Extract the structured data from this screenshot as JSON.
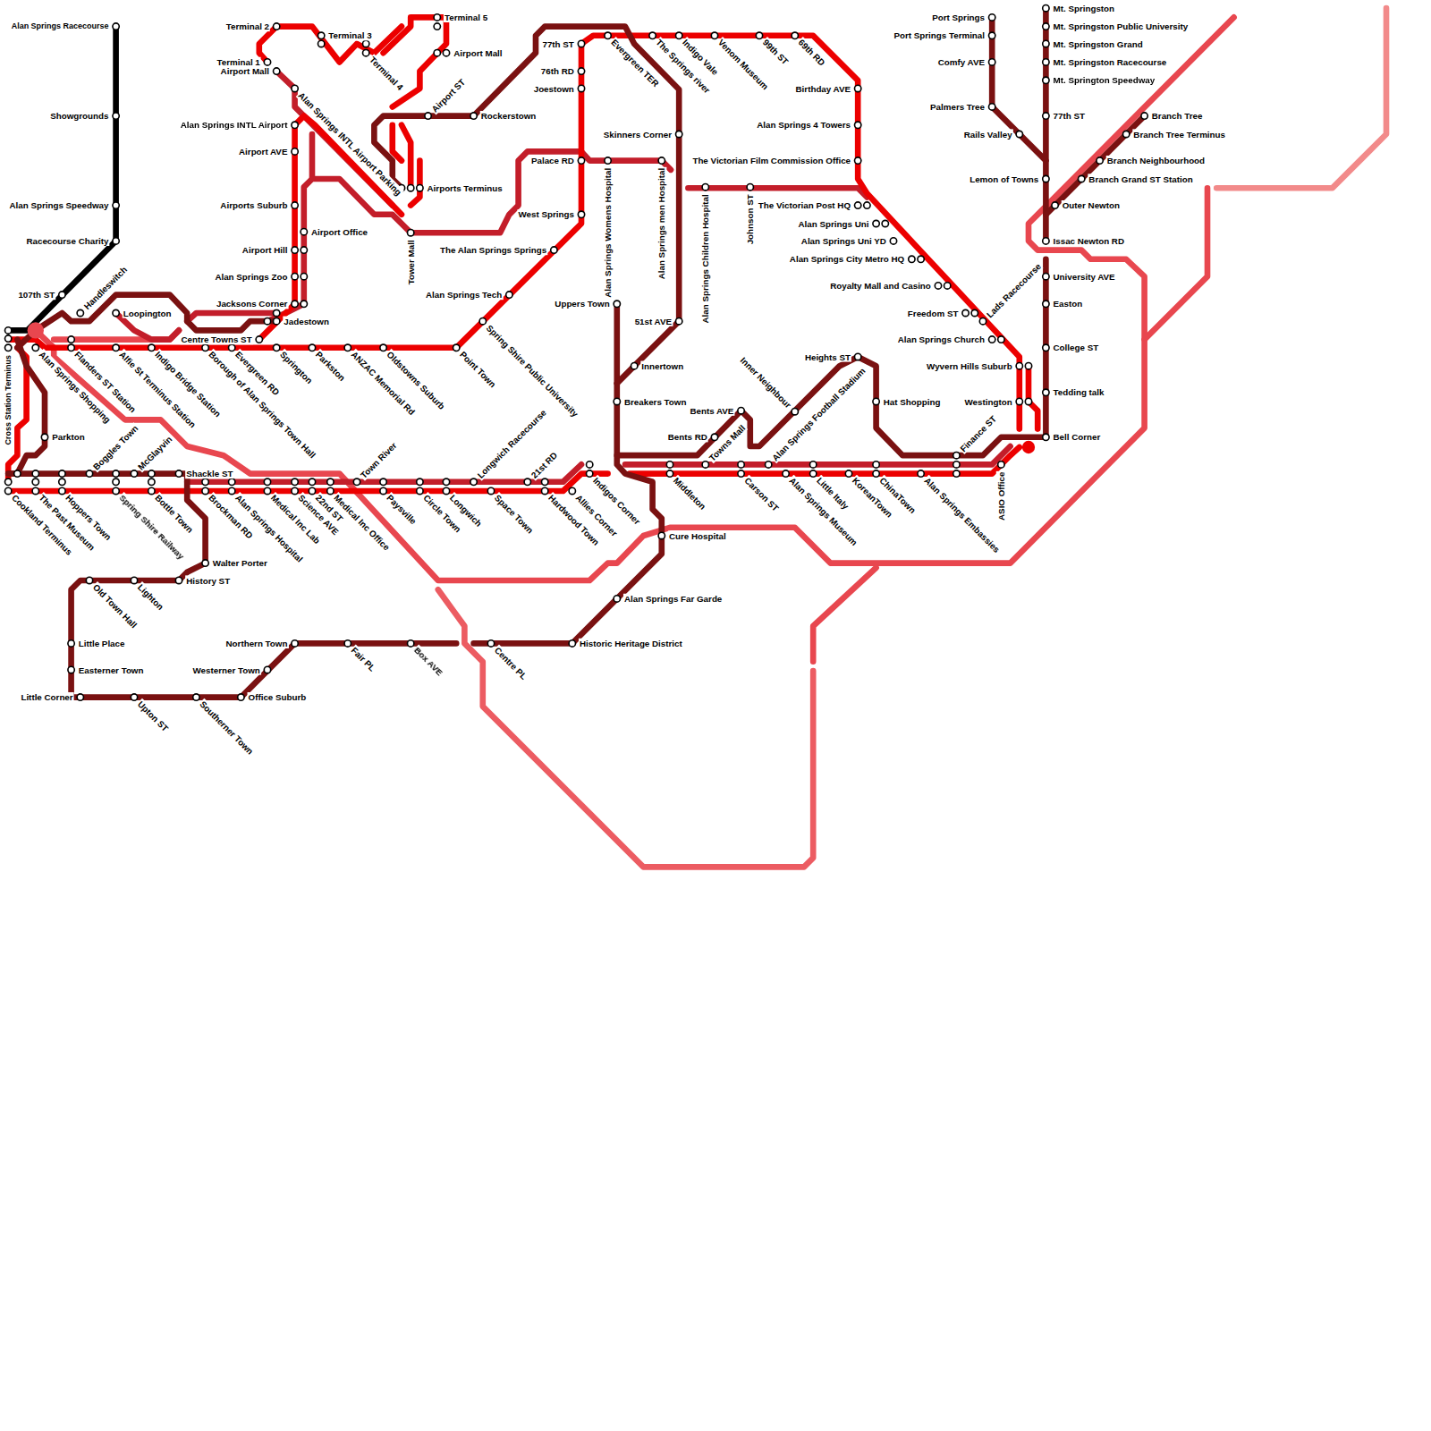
{
  "diagram": {
    "labels": [
      "Alan Springs Racecourse",
      "Showgrounds",
      "Alan Springs Speedway",
      "Racecourse Charity",
      "107th ST",
      "Terminal 2",
      "Terminal 1",
      "Airport Mall",
      "Terminal 3",
      "Terminal 4",
      "Terminal 5",
      "Airport Mall",
      "Alan Springs INTL Airport Parking",
      "Alan Springs INTL Airport",
      "Airport AVE",
      "Airport ST",
      "Rockerstown",
      "Airports Terminus",
      "Airports Suburb",
      "Tower Mall",
      "Airport Office",
      "Airport Hill",
      "Alan Springs Zoo",
      "Jacksons Corner",
      "Jadestown",
      "Handleswitch",
      "Loopington",
      "Centre Towns ST",
      "Cross Station Terminus",
      "Alan Springs Shopping",
      "Flanders ST Station",
      "Alfie St Terminus Station",
      "Indigo Bridge Station",
      "Borough of Alan Springs Town Hall",
      "Evergreen RD",
      "Springton",
      "Parkston",
      "ANZAC Memorial Rd",
      "Oldstowns Suburb",
      "Point Town",
      "Spring Shire Public University",
      "Alan Springs Tech",
      "The Alan Springs Springs",
      "West Springs",
      "Palace RD",
      "Joestown",
      "76th RD",
      "77th ST",
      "Evergreen TER",
      "The Springs river",
      "Indigo Vale",
      "Venom Museum",
      "99th ST",
      "69th RD",
      "Skinners Corner",
      "Alan Springs Womens Hospital",
      "Alan Springs men Hospital",
      "Alan Springs Children Hospital",
      "Johnson ST",
      "Uppers Town",
      "51st AVE",
      "Innertown",
      "Breakers Town",
      "Bents AVE",
      "Bents RD",
      "Towns Mall",
      "Inner Neighbour",
      "Heights ST",
      "Alan Springs Football Stadium",
      "Hat Shopping",
      "Birthday AVE",
      "Alan Springs 4 Towers",
      "The Victorian Film Commission Office",
      "The Victorian Post HQ",
      "Alan Springs Uni",
      "Alan Springs Uni YD",
      "Alan Springs City Metro HQ",
      "Royalty Mall and Casino",
      "Freedom ST",
      "Lads Racecourse",
      "Alan Springs Church",
      "Wyvern Hills Suburb",
      "Westington",
      "Finance ST",
      "ASIO Office",
      "Port Springs",
      "Port Springs Terminal",
      "Comfy AVE",
      "Palmers Tree",
      "Rails Valley",
      "Lemon of Towns",
      "Mt. Springston",
      "Mt. Springston Public University",
      "Mt. Springston Grand",
      "Mt. Springston Racecourse",
      "Mt. Springton Speedway",
      "77th ST",
      "Branch Tree",
      "Branch Tree Terminus",
      "Branch Neighbourhood",
      "Branch Grand ST Station",
      "Outer Newton",
      "Issac Newton RD",
      "University AVE",
      "Easton",
      "College ST",
      "Tedding talk",
      "Bell Corner",
      "Parkton",
      "Boggles Town",
      "McGlayvin",
      "Shackle ST",
      "Town River",
      "Longwich Racecourse",
      "21st RD",
      "Cookland Terminus",
      "The Past Museum",
      "Hoppers Town",
      "Spring Shire Railway",
      "Bottle Town",
      "Brockman RD",
      "Alan Springs Hospital",
      "Medical Inc Lab",
      "Science AVE",
      "22nd ST",
      "Medical Inc Office",
      "Paysville",
      "Circle Town",
      "Longwich",
      "Space Town",
      "Hardwood Town",
      "Allies Corner",
      "Indigos Corner",
      "Middleton",
      "Carson ST",
      "Alan Springs Museum",
      "Little Italy",
      "KoreanTown",
      "ChinaTown",
      "Alan Springs Embassies",
      "Cure Hospital",
      "Walter Porter",
      "History ST",
      "Old Town Hall",
      "Lighton",
      "Alan Springs Far Garde",
      "Little Place",
      "Easterner Town",
      "Northern Town",
      "Fair PL",
      "Box AVE",
      "Centre PL",
      "Historic Heritage District",
      "Westerner Town",
      "Little Corner",
      "Upton ST",
      "Southerner Town",
      "Office Suburb"
    ]
  }
}
